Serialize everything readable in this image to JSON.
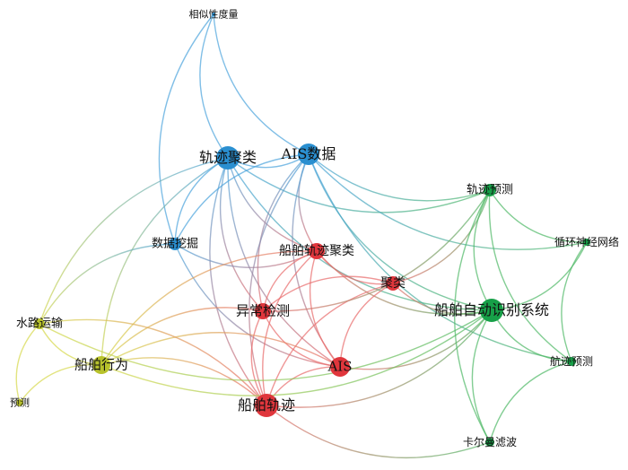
{
  "title": "关键词共现网络",
  "clusters": {
    "blue": "#2a8fd0",
    "red": "#e0363c",
    "yellow": "#b8c22c",
    "green": "#17a048"
  },
  "nodes": [
    {
      "id": "xsxdl",
      "label": "相似性度量",
      "cluster": "blue",
      "weight": 1
    },
    {
      "id": "gjjl",
      "label": "轨迹聚类",
      "cluster": "blue",
      "weight": 5
    },
    {
      "id": "aissj",
      "label": "AIS数据",
      "cluster": "blue",
      "weight": 5
    },
    {
      "id": "sjwj",
      "label": "数据挖掘",
      "cluster": "blue",
      "weight": 3
    },
    {
      "id": "cbgjjl",
      "label": "船舶轨迹聚类",
      "cluster": "red",
      "weight": 3
    },
    {
      "id": "jl",
      "label": "聚类",
      "cluster": "red",
      "weight": 3
    },
    {
      "id": "ycjc",
      "label": "异常检测",
      "cluster": "red",
      "weight": 4
    },
    {
      "id": "ais",
      "label": "AIS",
      "cluster": "red",
      "weight": 4
    },
    {
      "id": "cbgj",
      "label": "船舶轨迹",
      "cluster": "red",
      "weight": 5
    },
    {
      "id": "slys",
      "label": "水路运输",
      "cluster": "yellow",
      "weight": 2
    },
    {
      "id": "cbxw",
      "label": "船舶行为",
      "cluster": "yellow",
      "weight": 4
    },
    {
      "id": "yc",
      "label": "预测",
      "cluster": "yellow",
      "weight": 1
    },
    {
      "id": "gjyc",
      "label": "轨迹预测",
      "cluster": "green",
      "weight": 3
    },
    {
      "id": "xhsjwl",
      "label": "循环神经网络",
      "cluster": "green",
      "weight": 2
    },
    {
      "id": "cbzdsbxt",
      "label": "船舶自动识别系统",
      "cluster": "green",
      "weight": 5
    },
    {
      "id": "hjyc",
      "label": "航迹预测",
      "cluster": "green",
      "weight": 2
    },
    {
      "id": "kemlb",
      "label": "卡尔曼滤波",
      "cluster": "green",
      "weight": 2
    }
  ],
  "edges": [
    [
      "xsxdl",
      "gjjl"
    ],
    [
      "xsxdl",
      "aissj"
    ],
    [
      "xsxdl",
      "sjwj"
    ],
    [
      "gjjl",
      "aissj"
    ],
    [
      "gjjl",
      "sjwj"
    ],
    [
      "gjjl",
      "cbgjjl"
    ],
    [
      "gjjl",
      "ycjc"
    ],
    [
      "gjjl",
      "ais"
    ],
    [
      "gjjl",
      "cbgj"
    ],
    [
      "gjjl",
      "slys"
    ],
    [
      "gjjl",
      "cbxw"
    ],
    [
      "gjjl",
      "gjyc"
    ],
    [
      "gjjl",
      "cbzdsbxt"
    ],
    [
      "aissj",
      "sjwj"
    ],
    [
      "aissj",
      "cbgjjl"
    ],
    [
      "aissj",
      "ycjc"
    ],
    [
      "aissj",
      "ais"
    ],
    [
      "aissj",
      "cbgj"
    ],
    [
      "aissj",
      "gjyc"
    ],
    [
      "aissj",
      "cbzdsbxt"
    ],
    [
      "aissj",
      "xhsjwl"
    ],
    [
      "aissj",
      "hjyc"
    ],
    [
      "sjwj",
      "ais"
    ],
    [
      "sjwj",
      "cbgjjl"
    ],
    [
      "sjwj",
      "slys"
    ],
    [
      "cbgjjl",
      "jl"
    ],
    [
      "cbgjjl",
      "ycjc"
    ],
    [
      "cbgjjl",
      "ais"
    ],
    [
      "cbgjjl",
      "cbgj"
    ],
    [
      "cbgjjl",
      "cbzdsbxt"
    ],
    [
      "cbgjjl",
      "cbxw"
    ],
    [
      "jl",
      "ycjc"
    ],
    [
      "jl",
      "ais"
    ],
    [
      "jl",
      "cbgj"
    ],
    [
      "jl",
      "gjyc"
    ],
    [
      "jl",
      "cbzdsbxt"
    ],
    [
      "ycjc",
      "ais"
    ],
    [
      "ycjc",
      "cbgj"
    ],
    [
      "ycjc",
      "cbxw"
    ],
    [
      "ycjc",
      "gjyc"
    ],
    [
      "ais",
      "cbgj"
    ],
    [
      "ais",
      "cbxw"
    ],
    [
      "ais",
      "cbzdsbxt"
    ],
    [
      "cbgj",
      "cbxw"
    ],
    [
      "cbgj",
      "slys"
    ],
    [
      "cbgj",
      "kemlb"
    ],
    [
      "cbgj",
      "cbzdsbxt"
    ],
    [
      "slys",
      "cbxw"
    ],
    [
      "slys",
      "yc"
    ],
    [
      "slys",
      "cbzdsbxt"
    ],
    [
      "cbxw",
      "yc"
    ],
    [
      "cbxw",
      "cbzdsbxt"
    ],
    [
      "gjyc",
      "cbzdsbxt"
    ],
    [
      "gjyc",
      "xhsjwl"
    ],
    [
      "gjyc",
      "hjyc"
    ],
    [
      "cbzdsbxt",
      "xhsjwl"
    ],
    [
      "cbzdsbxt",
      "hjyc"
    ],
    [
      "cbzdsbxt",
      "kemlb"
    ],
    [
      "xhsjwl",
      "hjyc"
    ],
    [
      "hjyc",
      "kemlb"
    ],
    [
      "gjyc",
      "kemlb"
    ]
  ]
}
